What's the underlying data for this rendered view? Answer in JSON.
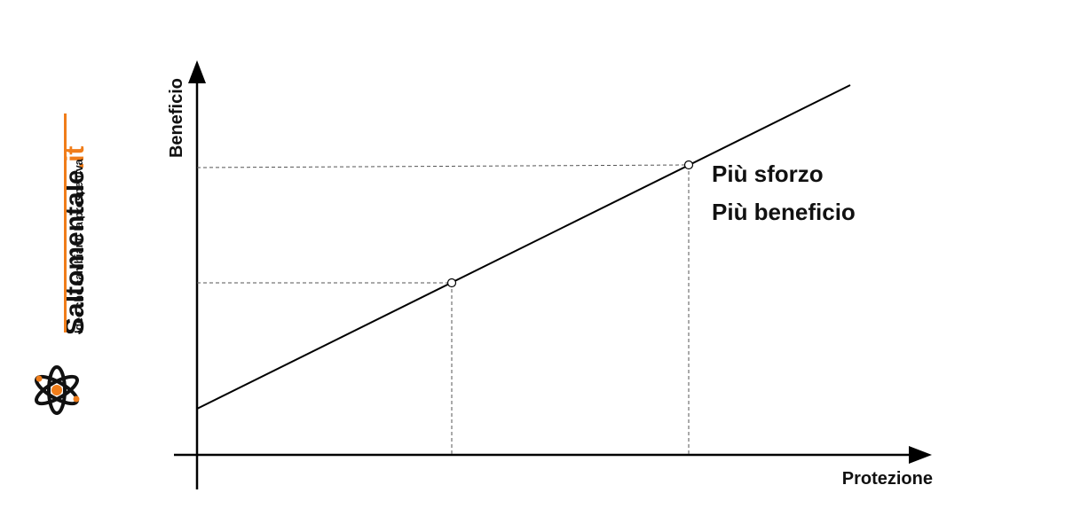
{
  "diagram": {
    "y_axis_label": "Beneficio",
    "x_axis_label": "Protezione",
    "annotation": {
      "line1": "Più sforzo",
      "line2": "Più beneficio"
    },
    "line_color": "#000000",
    "guide_color": "#555555",
    "guides": "dashed",
    "marked_points": 2,
    "point_fill": "#ffffff"
  },
  "branding": {
    "logo_text": "Saltomentale",
    "logo_tld": ".it",
    "tagline": "Idee che cambiano la prospettiva",
    "accent_color": "#f07d1a",
    "icon": "atom-icon"
  }
}
